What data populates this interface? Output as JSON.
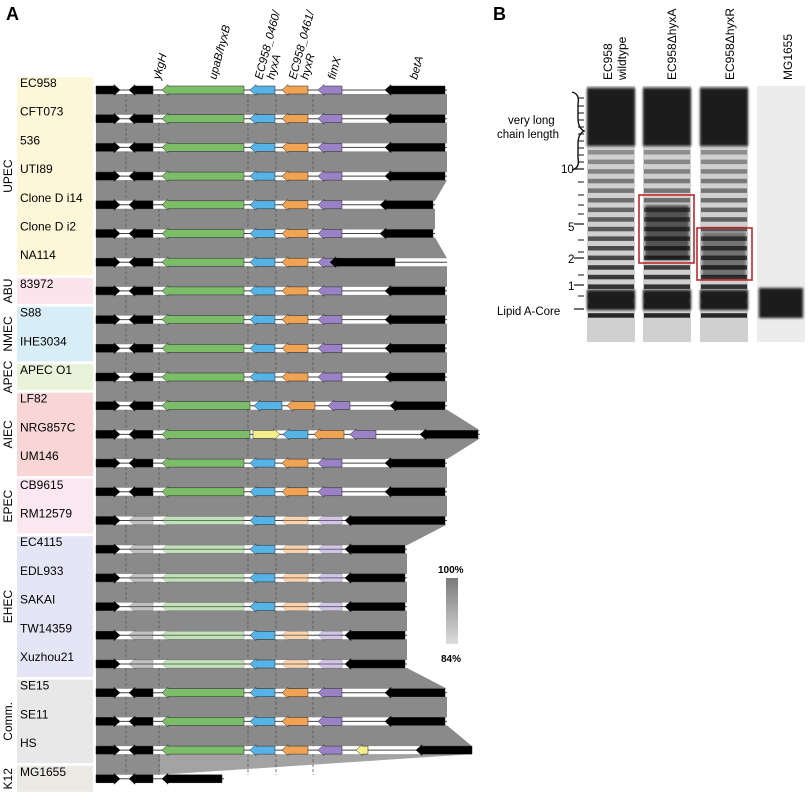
{
  "panel_a": {
    "letter": "A",
    "gene_labels": [
      "ykgH",
      "upaB/hyxB",
      "EC958_0460/",
      "hyxA",
      "EC958_0461/",
      "hyxR",
      "fimX",
      "betA"
    ],
    "groups": [
      {
        "label": "UPEC",
        "color": "#fdf6d8"
      },
      {
        "label": "ABU",
        "color": "#fbe4ec"
      },
      {
        "label": "NMEC",
        "color": "#d8eef6"
      },
      {
        "label": "APEC",
        "color": "#e8f3da"
      },
      {
        "label": "AIEC",
        "color": "#f8d6d6"
      },
      {
        "label": "EPEC",
        "color": "#fbe7ef"
      },
      {
        "label": "EHEC",
        "color": "#e6e5f6"
      },
      {
        "label": "Comm.",
        "color": "#e8e8e8"
      },
      {
        "label": "K12",
        "color": "#ebe9e3"
      }
    ],
    "strains": [
      "EC958",
      "CFT073",
      "536",
      "UTI89",
      "Clone D i14",
      "Clone D i2",
      "NA114",
      "83972",
      "S88",
      "IHE3034",
      "APEC O1",
      "LF82",
      "NRG857C",
      "UM146",
      "CB9615",
      "RM12579",
      "EC4115",
      "EDL933",
      "SAKAI",
      "TW14359",
      "Xuzhou21",
      "SE15",
      "SE11",
      "HS",
      "MG1655"
    ],
    "legend": {
      "top": "100%",
      "bottom": "84%"
    },
    "gene_colors": {
      "black": "#000000",
      "green": "#7cbd6a",
      "blue": "#56b3e6",
      "orange": "#f0a352",
      "purple": "#9b82c6",
      "yellow": "#f4ee8c",
      "identity": "#8a8a8a"
    }
  },
  "panel_b": {
    "letter": "B",
    "lanes": [
      {
        "label": "EC958",
        "label2": "wildtype"
      },
      {
        "label": "EC958ΔhyxA"
      },
      {
        "label": "EC958ΔhyxR"
      },
      {
        "label": "MG1655"
      }
    ],
    "chain_label_1": "very long",
    "chain_label_2": "chain length",
    "ticks": [
      "10",
      "5",
      "2",
      "1"
    ],
    "lipid_label": "Lipid A-Core",
    "box_color": "#c0282d"
  }
}
